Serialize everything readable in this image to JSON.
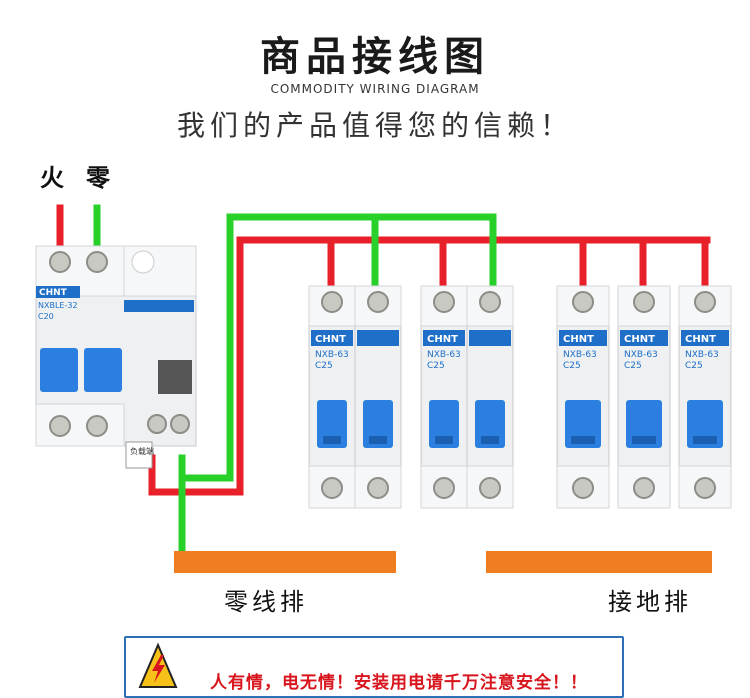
{
  "header": {
    "title": "商品接线图",
    "subtitle": "COMMODITY WIRING DIAGRAM",
    "slogan": "我们的产品值得您的信赖！"
  },
  "wire_labels": {
    "live": "火",
    "neutral": "零"
  },
  "rcbo": {
    "brand": "CHNT",
    "model": "NXBLE-32",
    "rating": "C20",
    "side_text": "负载端"
  },
  "mcb_2p": [
    {
      "brand": "CHNT",
      "model": "NXB-63",
      "rating": "C25"
    },
    {
      "brand": "CHNT",
      "model": "NXB-63",
      "rating": "C25"
    }
  ],
  "mcb_1p": [
    {
      "brand": "CHNT",
      "model": "NXB-63",
      "rating": "C25"
    },
    {
      "brand": "CHNT",
      "model": "NXB-63",
      "rating": "C25"
    },
    {
      "brand": "CHNT",
      "model": "NXB-63",
      "rating": "C25"
    }
  ],
  "busbars": {
    "neutral": "零线排",
    "ground": "接地排"
  },
  "warning": {
    "text": "人有情，电无情！安装用电请千万注意安全！！"
  },
  "colors": {
    "live_wire": "#e8202a",
    "neutral_wire": "#28d12a",
    "busbar": "#ef7d22",
    "breaker_blue": "#2b7fe0",
    "brand_blue": "#1f6fc8"
  }
}
